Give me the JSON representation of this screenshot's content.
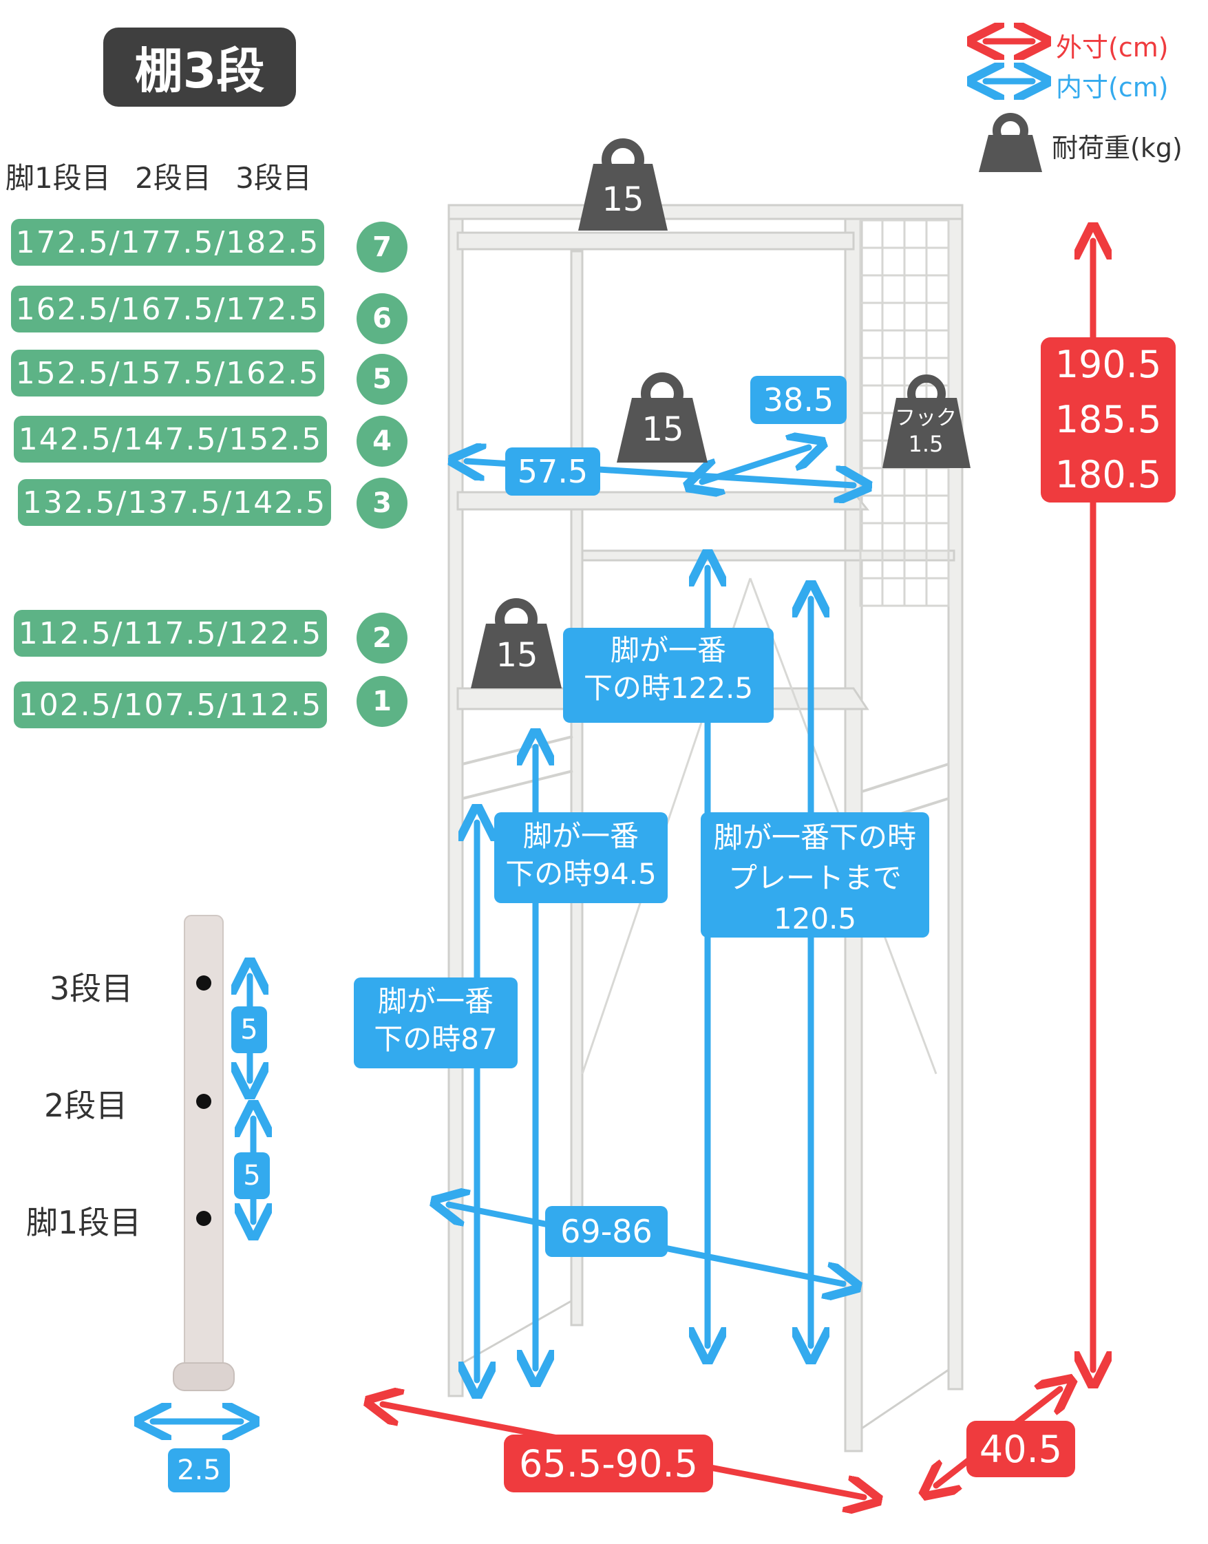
{
  "title": "棚3段",
  "column_headers": [
    "脚1段目",
    "2段目",
    "3段目"
  ],
  "shelf_rows": [
    {
      "number": "7",
      "heights": "172.5/177.5/182.5"
    },
    {
      "number": "6",
      "heights": "162.5/167.5/172.5"
    },
    {
      "number": "5",
      "heights": "152.5/157.5/162.5"
    },
    {
      "number": "4",
      "heights": "142.5/147.5/152.5"
    },
    {
      "number": "3",
      "heights": "132.5/137.5/142.5"
    },
    {
      "number": "2",
      "heights": "112.5/117.5/122.5"
    },
    {
      "number": "1",
      "heights": "102.5/107.5/112.5"
    }
  ],
  "legend": {
    "outer": "外寸(cm)",
    "inner": "内寸(cm)",
    "load": "耐荷重(kg)"
  },
  "weights": {
    "top_shelf": "15",
    "middle_shelf": "15",
    "lower_shelf": "15",
    "hook_label": "フック",
    "hook_value": "1.5"
  },
  "outer_dimensions": {
    "height_1": "190.5",
    "height_2": "185.5",
    "height_3": "180.5",
    "width": "65.5-90.5",
    "depth": "40.5"
  },
  "inner_dimensions": {
    "shelf_width": "57.5",
    "shelf_depth": "38.5",
    "span": "69-86",
    "pipe_diameter": "2.5",
    "peg_spacing_upper": "5",
    "peg_spacing_lower": "5",
    "note_122": [
      "脚が一番",
      "下の時122.5"
    ],
    "note_94": [
      "脚が一番",
      "下の時94.5"
    ],
    "note_87": [
      "脚が一番",
      "下の時87"
    ],
    "note_120": [
      "脚が一番下の時",
      "プレートまで",
      "120.5"
    ]
  },
  "leg_positions": [
    "3段目",
    "2段目",
    "脚1段目"
  ],
  "colors": {
    "green": "#5db386",
    "red": "#ef3b3e",
    "blue": "#33aaee",
    "dark": "#3f3f3f",
    "frame": "#e8e8e6"
  }
}
